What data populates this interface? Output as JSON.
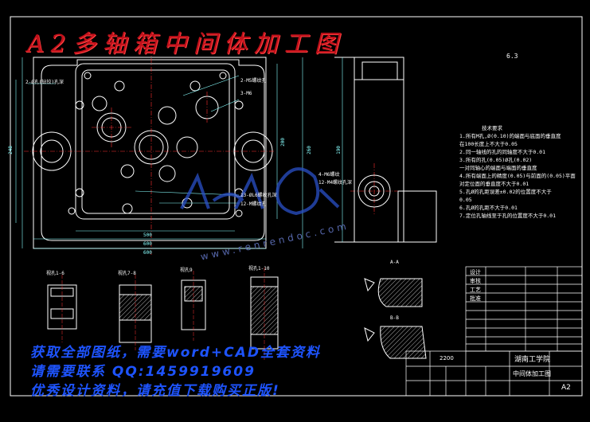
{
  "title": "A2多轴箱中间体加工图",
  "tech_heading": "技术要求",
  "tech_lines": [
    "1.所有M孔,Ø(0.10)的端面与底面的垂直度",
    "在100长度上不大于0.05",
    "2.同一轴线的孔的同轴度不大于0.01",
    "3.所有的孔(0.05)Ø孔(0.02)",
    "一对同轴心的端面与端面的垂直度",
    "4.所有端面上的精度(0.05)与前面的(0.05)平面",
    "对定位面的垂直度不大于0.01",
    "5.孔Ø的孔距误差±0.02的位置度不大于",
    "0.05",
    "6.孔Ø的孔距不大于0.01",
    "7.定位孔轴线至于孔的位置度不大于0.01"
  ],
  "section_labels": [
    "视孔1-6",
    "视孔7-8",
    "视孔9",
    "视孔1-10"
  ],
  "view_labels": [
    "A-A",
    "B-B"
  ],
  "leader_labels": [
    "2-Ø孔(钻铰)孔深",
    "2-M5螺纹孔",
    "3-M6",
    "13-ØL6螺纹孔深",
    "12-M螺纹孔",
    "4-M6螺纹",
    "12-M4螺纹孔深"
  ],
  "dimensions": [
    "600",
    "600",
    "500",
    "248",
    "200",
    "260",
    "190"
  ],
  "title_block": {
    "school": "湖南工学院",
    "part_name": "中间体加工图",
    "sheet": "A2",
    "drawing_no": "2200",
    "rows": [
      "设计",
      "审核",
      "工艺",
      "批准"
    ]
  },
  "watermark": {
    "line1": "获取全部图纸，需要word+CAD全套资料",
    "line2": "请需要联系 QQ:1459919609",
    "line3": "优秀设计资料，请充值下载购买正版!",
    "url": "www.renrendoc.com"
  },
  "roughness_mark": "6.3",
  "colors": {
    "background": "#000000",
    "line": "#ffffff",
    "title": "#c0101a",
    "watermark": "#1e54ff",
    "center": "#ff3030",
    "dim": "#88ffff"
  }
}
